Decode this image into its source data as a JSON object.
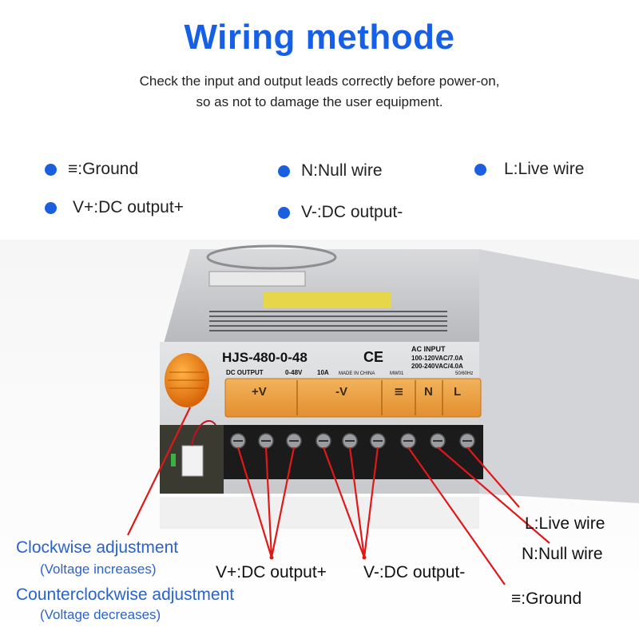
{
  "header": {
    "title": "Wiring methode",
    "subtitle_line1": "Check the input and output leads correctly before power-on,",
    "subtitle_line2": "so as not to damage the user equipment."
  },
  "legend": [
    {
      "label": "≡:Ground"
    },
    {
      "label": "N:Null wire"
    },
    {
      "label": "L:Live wire"
    },
    {
      "label": "V+:DC output+"
    },
    {
      "label": "V-:DC output-"
    }
  ],
  "device": {
    "model": "HJS-480-0-48",
    "ce_mark": "CE",
    "ac_input": "AC INPUT",
    "ac_line1": "100-120VAC/7.0A",
    "ac_line2": "200-240VAC/4.0A",
    "freq": "50/60Hz",
    "dc_output": "DC OUTPUT",
    "dc_range": "0-48V",
    "dc_current": "10A",
    "made_in": "MADE IN CHINA",
    "mw": "MW01",
    "terminal_labels": [
      "+V",
      "-V",
      "≡",
      "N",
      "L"
    ]
  },
  "annotations": {
    "clockwise": "Clockwise adjustment",
    "clockwise_note": "(Voltage increases)",
    "counterclockwise": "Counterclockwise adjustment",
    "counterclockwise_note": "(Voltage decreases)",
    "vplus": "V+:DC output+",
    "vminus": "V-:DC output-",
    "ground": "≡:Ground",
    "live": "L:Live wire",
    "null": "N:Null wire"
  },
  "colors": {
    "title": "#1560e6",
    "dot": "#1a5fe0",
    "label_blue": "#2a63c9",
    "wire": "#e01818",
    "knob": "#f07a10",
    "terminal_cover": "#f0a64a"
  }
}
